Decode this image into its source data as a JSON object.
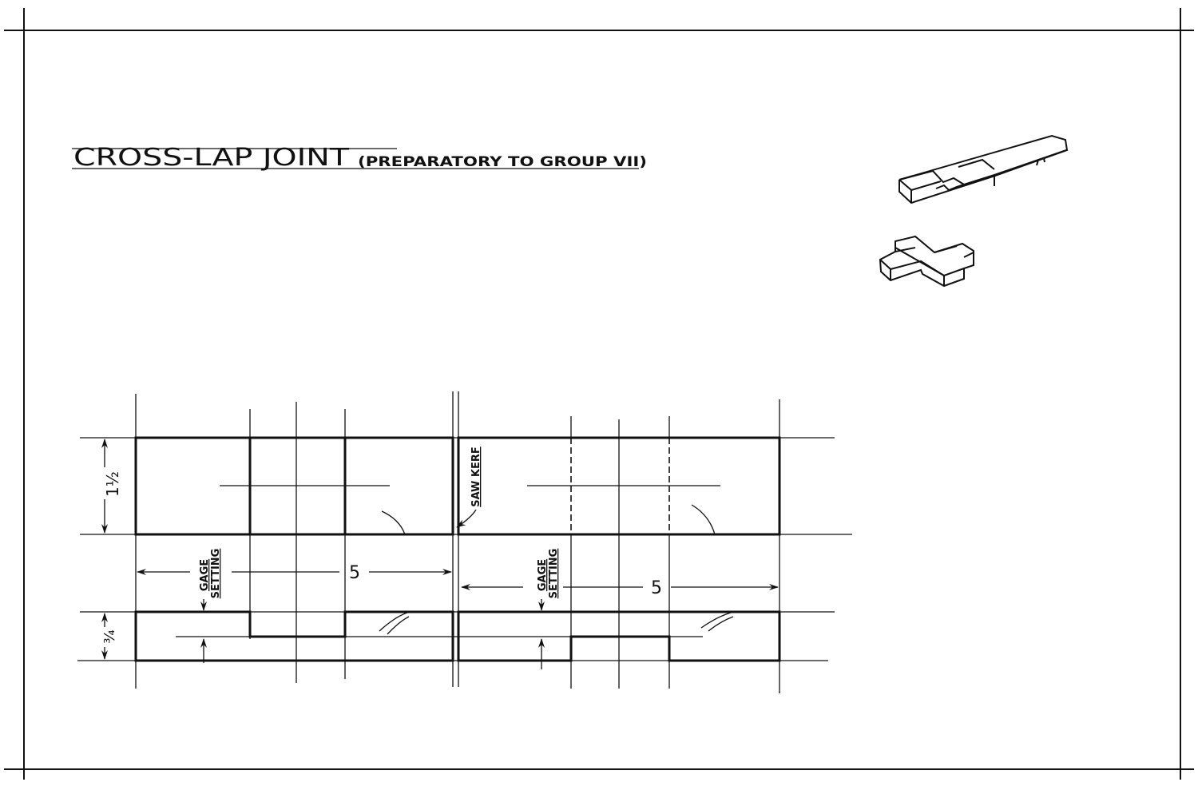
{
  "title": {
    "main": "CROSS-LAP JOINT",
    "subtitle": "(PREPARATORY TO GROUP VII)"
  },
  "dimensions": {
    "height_top": "1½",
    "thickness": "¾",
    "length_left": "5",
    "length_right": "5"
  },
  "annotations": {
    "saw_kerf": "SAW KERF",
    "gage_left_1": "GAGE",
    "gage_left_2": "SETTING",
    "gage_right_1": "GAGE",
    "gage_right_2": "SETTING"
  },
  "colors": {
    "ink": "#111111",
    "paper": "#ffffff"
  }
}
